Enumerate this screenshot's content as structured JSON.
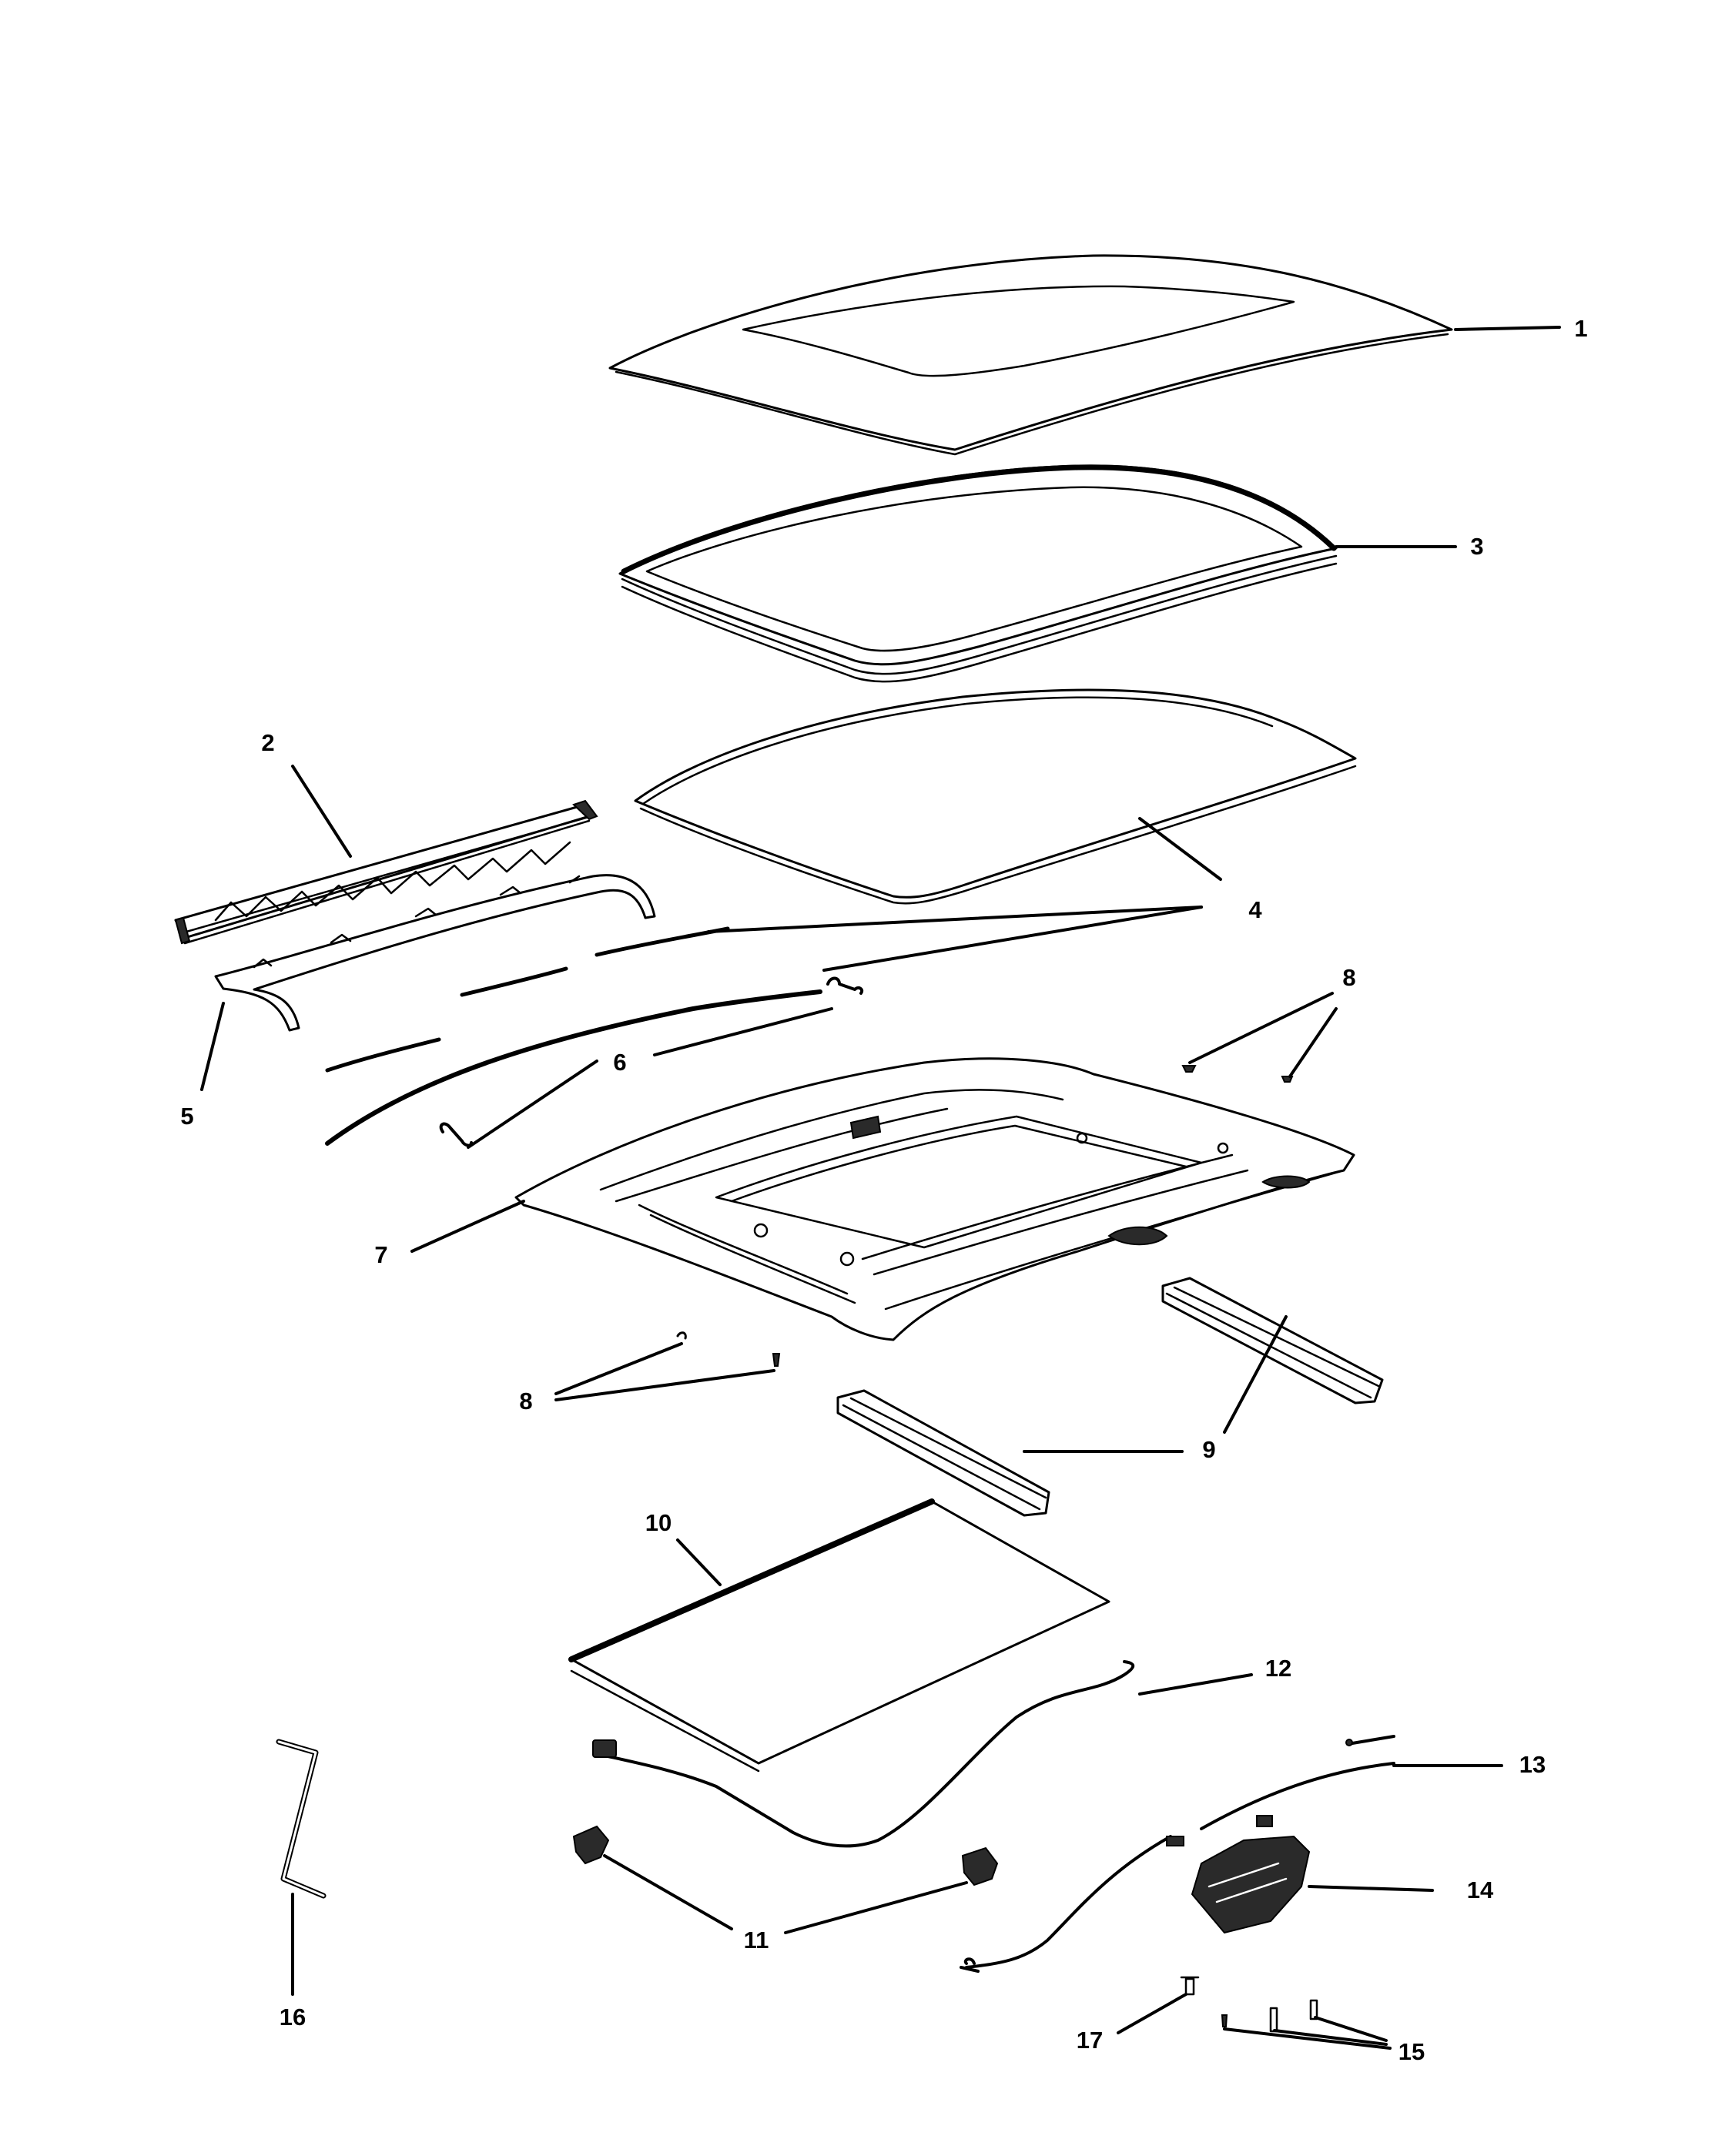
{
  "callouts": [
    {
      "id": "c1",
      "label": "1"
    },
    {
      "id": "c2",
      "label": "2"
    },
    {
      "id": "c3",
      "label": "3"
    },
    {
      "id": "c4a",
      "label": "4"
    },
    {
      "id": "c4b",
      "label": "4"
    },
    {
      "id": "c5",
      "label": "5"
    },
    {
      "id": "c6",
      "label": "6"
    },
    {
      "id": "c7",
      "label": "7"
    },
    {
      "id": "c8a",
      "label": "8"
    },
    {
      "id": "c8b",
      "label": "8"
    },
    {
      "id": "c9",
      "label": "9"
    },
    {
      "id": "c10",
      "label": "10"
    },
    {
      "id": "c11",
      "label": "11"
    },
    {
      "id": "c12",
      "label": "12"
    },
    {
      "id": "c13",
      "label": "13"
    },
    {
      "id": "c14",
      "label": "14"
    },
    {
      "id": "c15",
      "label": "15"
    },
    {
      "id": "c16",
      "label": "16"
    },
    {
      "id": "c17",
      "label": "17"
    }
  ]
}
